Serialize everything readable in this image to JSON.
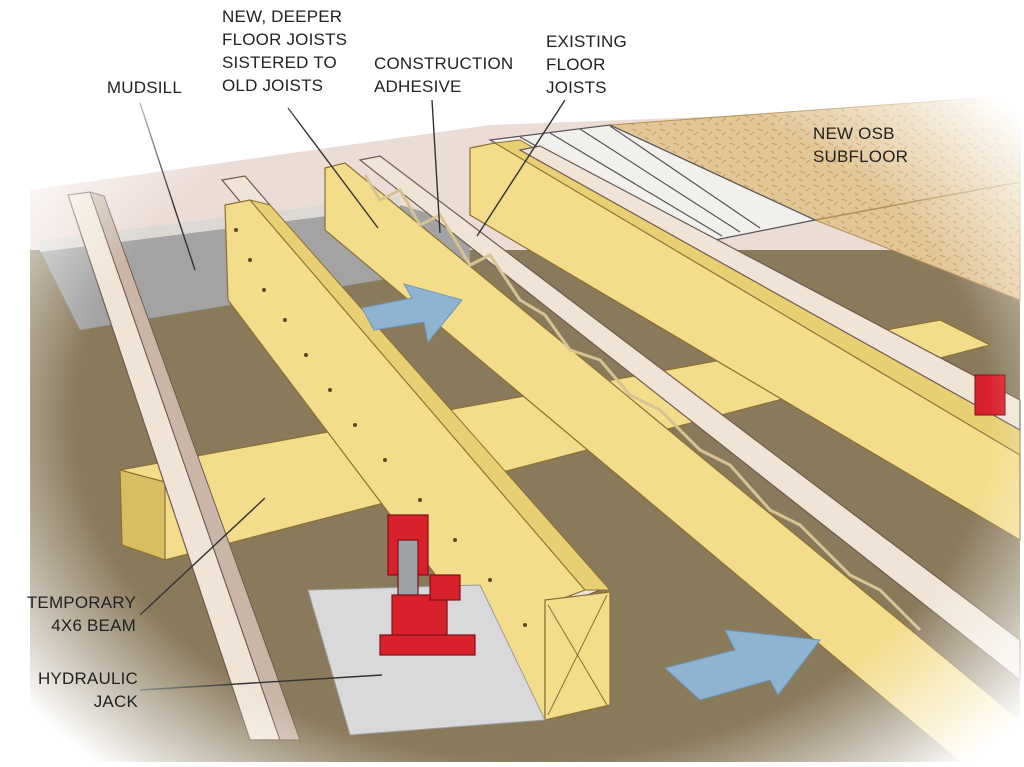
{
  "labels": {
    "mudsill": "MUDSILL",
    "new_joists": "NEW, DEEPER\nFLOOR JOISTS\nSISTERED TO\nOLD JOISTS",
    "adhesive": "CONSTRUCTION\nADHESIVE",
    "existing": "EXISTING\nFLOOR\nJOISTS",
    "osb": "NEW OSB\nSUBFLOOR",
    "beam": "TEMPORARY\n4X6 BEAM",
    "jack": "HYDRAULIC\nJACK"
  },
  "colors": {
    "lumber": "#f3dc8a",
    "lumber_shade": "#d9bd62",
    "old_joist": "#efe4d6",
    "old_joist_shade": "#c9b6a6",
    "osb": "#e2c696",
    "ground": "#8a7a5c",
    "gravel": "#a3a3a3",
    "foundation": "#ecdcd6",
    "jack_red": "#d8212a",
    "arrow_blue": "#8fb4d2",
    "leader": "#333333"
  }
}
